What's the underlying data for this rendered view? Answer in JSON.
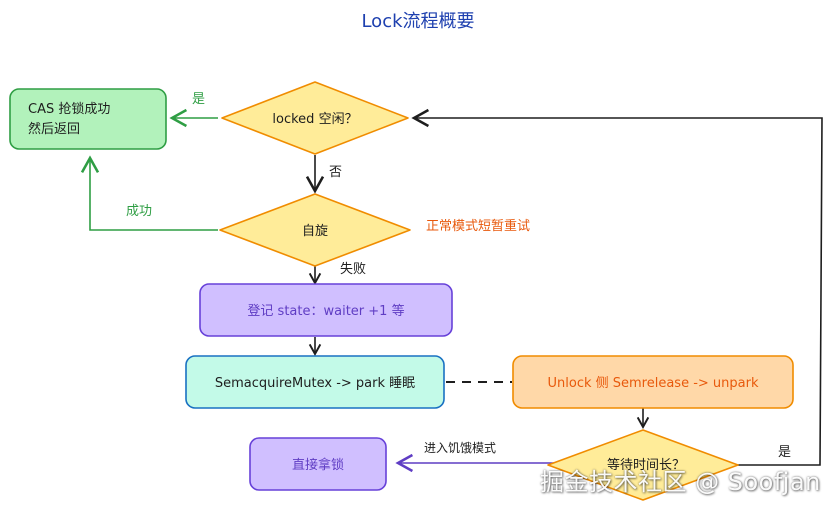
{
  "title": "Lock流程概要",
  "nodes": {
    "cas_success": "CAS 抢锁成功\n然后返回",
    "locked_free": "locked 空闲？",
    "spin": "自旋",
    "register_state": "登记 state：waiter +1 等",
    "semacquire": "SemacquireMutex -> park 睡眠",
    "unlock_side": "Unlock 侧 Semrelease -> unpark",
    "wait_too_long": "等待时间长？",
    "take_lock": "直接拿锁"
  },
  "edge_labels": {
    "yes_top": "是",
    "no": "否",
    "success": "成功",
    "normal_mode_retry": "正常模式短暂重试",
    "fail": "失败",
    "starvation_mode": "进入饥饿模式",
    "yes_right": "是"
  },
  "watermark": "掘金技术社区 @ Soofjan",
  "colors": {
    "green_fill": "#b2f2bb",
    "green_stroke": "#2f9e44",
    "yellow_fill": "#ffec99",
    "yellow_stroke": "#f08c00",
    "purple_fill": "#d0bfff",
    "purple_stroke": "#6741d9",
    "teal_fill": "#c3fae8",
    "teal_stroke": "#1971c2",
    "orange_fill": "#ffd8a8",
    "orange_stroke": "#f08c00",
    "title": "#1e40af",
    "dark": "#1e1e1e"
  }
}
